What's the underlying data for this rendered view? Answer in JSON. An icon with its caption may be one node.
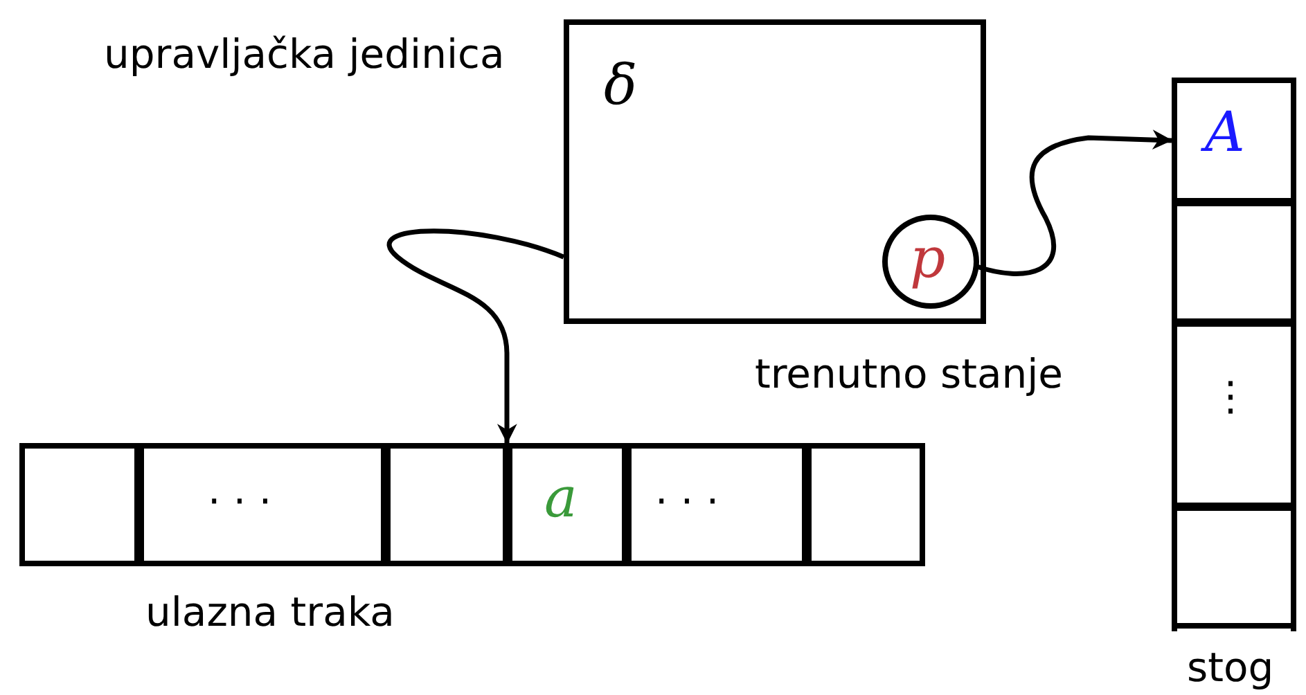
{
  "diagram": {
    "nodes": [
      {
        "text": [
          "upravljačka jedinica",
          "δ"
        ]
      },
      {
        "text": [
          "p"
        ],
        "in": 0,
        "beside": [
          "trenutno stanje"
        ]
      },
      {
        "text": [
          "ulazna traka"
        ]
      },
      {
        "text": [],
        "shape": "box",
        "in": 2
      },
      {
        "text": [
          "· · ·"
        ],
        "in": 2
      },
      {
        "text": [],
        "shape": "box",
        "in": 2
      },
      {
        "text": [
          "a"
        ],
        "in": 2
      },
      {
        "text": [
          "· · ·"
        ],
        "in": 2
      },
      {
        "text": [],
        "shape": "box",
        "in": 2
      },
      {
        "text": [
          "stog"
        ]
      },
      {
        "text": [
          "A"
        ],
        "in": 9
      },
      {
        "text": [],
        "shape": "box",
        "in": 9
      },
      {
        "text": [
          "⋮"
        ],
        "in": 9
      },
      {
        "text": [],
        "shape": "box",
        "in": 9
      }
    ],
    "edges": [
      {
        "from": 0,
        "to": 6,
        "arrow": "to"
      },
      {
        "from": 1,
        "to": 10,
        "arrow": "to"
      }
    ]
  }
}
